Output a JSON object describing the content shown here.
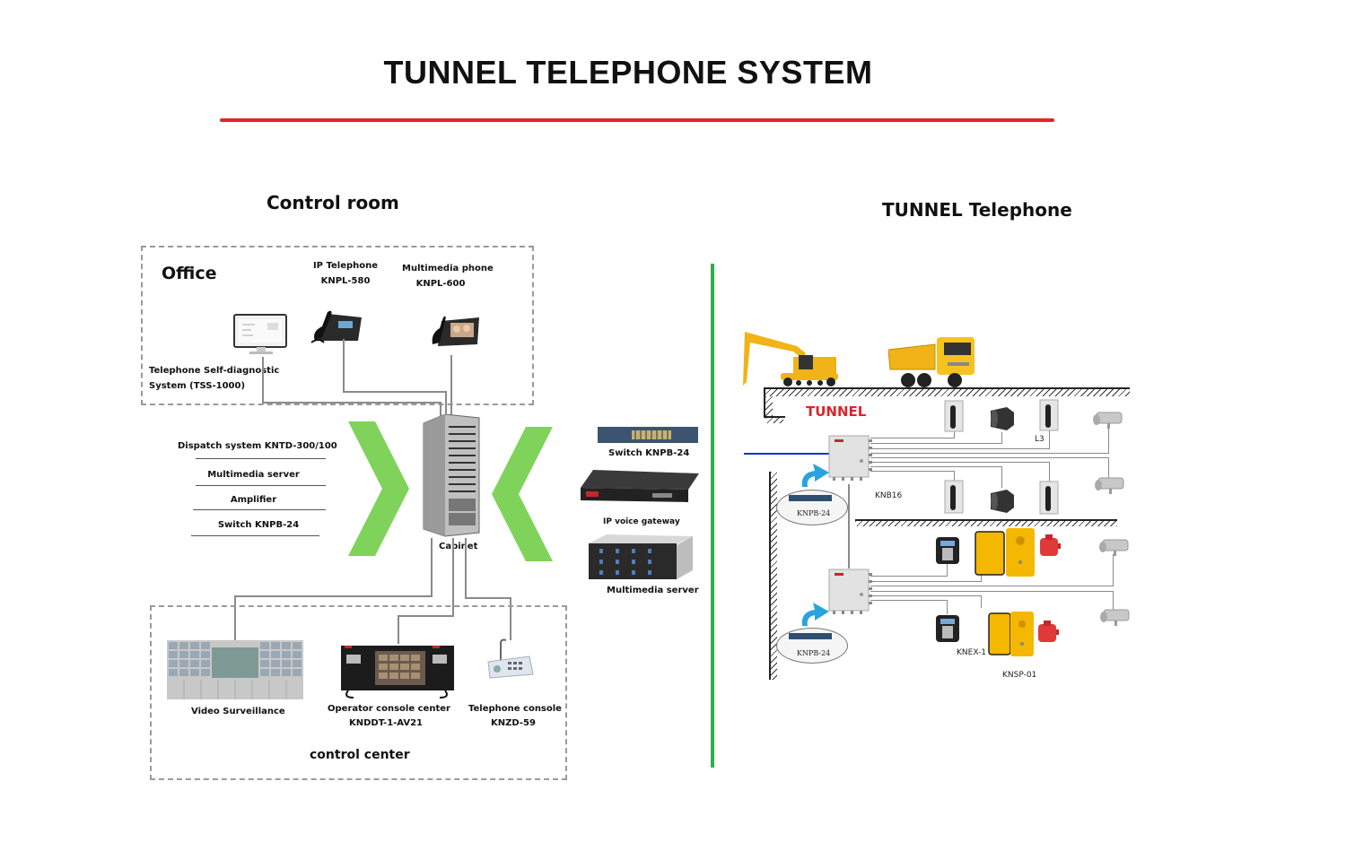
{
  "title": "TUNNEL TELEPHONE SYSTEM",
  "colors": {
    "accent_red": "#e0262b",
    "divider_green": "#2db04a",
    "arrow_green": "#7fd35a",
    "tunnel_label": "#d8262b",
    "device_yellow": "#f5b800",
    "link_blue": "#1a2fd0"
  },
  "left": {
    "section_title": "Control room",
    "office": {
      "label": "Office",
      "devices": [
        {
          "icon": "monitor-icon",
          "label_line1": "Telephone Self-diagnostic",
          "label_line2": "System (TSS-1000)"
        },
        {
          "icon": "ip-phone-icon",
          "label_line1": "IP Telephone",
          "label_line2": "KNPL-580"
        },
        {
          "icon": "multimedia-phone-icon",
          "label_line1": "Multimedia phone",
          "label_line2": "KNPL-600"
        }
      ]
    },
    "cabinet": {
      "label": "Cabinet",
      "contents": [
        "Dispatch system KNTD-300/100",
        "Multimedia server",
        "Amplifier",
        "Switch KNPB-24"
      ]
    },
    "peripherals": [
      {
        "icon": "switch-icon",
        "label": "Switch KNPB-24"
      },
      {
        "icon": "gateway-icon",
        "label": "IP voice gateway"
      },
      {
        "icon": "server-icon",
        "label": "Multimedia server"
      }
    ],
    "control_center": {
      "label": "control center",
      "devices": [
        {
          "icon": "video-wall-icon",
          "label_line1": "Video Surveillance",
          "label_line2": ""
        },
        {
          "icon": "operator-console-icon",
          "label_line1": "Operator console center",
          "label_line2": "KNDDT-1-AV21"
        },
        {
          "icon": "telephone-console-icon",
          "label_line1": "Telephone console",
          "label_line2": "KNZD-59"
        }
      ]
    }
  },
  "right": {
    "section_title": "TUNNEL Telephone",
    "tunnel_label": "TUNNEL",
    "labels": {
      "l3": "L3",
      "knb16": "KNB16",
      "knpb_top": "KNPB-24",
      "knpb_bottom": "KNPB-24",
      "knex": "KNEX-1",
      "knsp": "KNSP-01"
    }
  }
}
